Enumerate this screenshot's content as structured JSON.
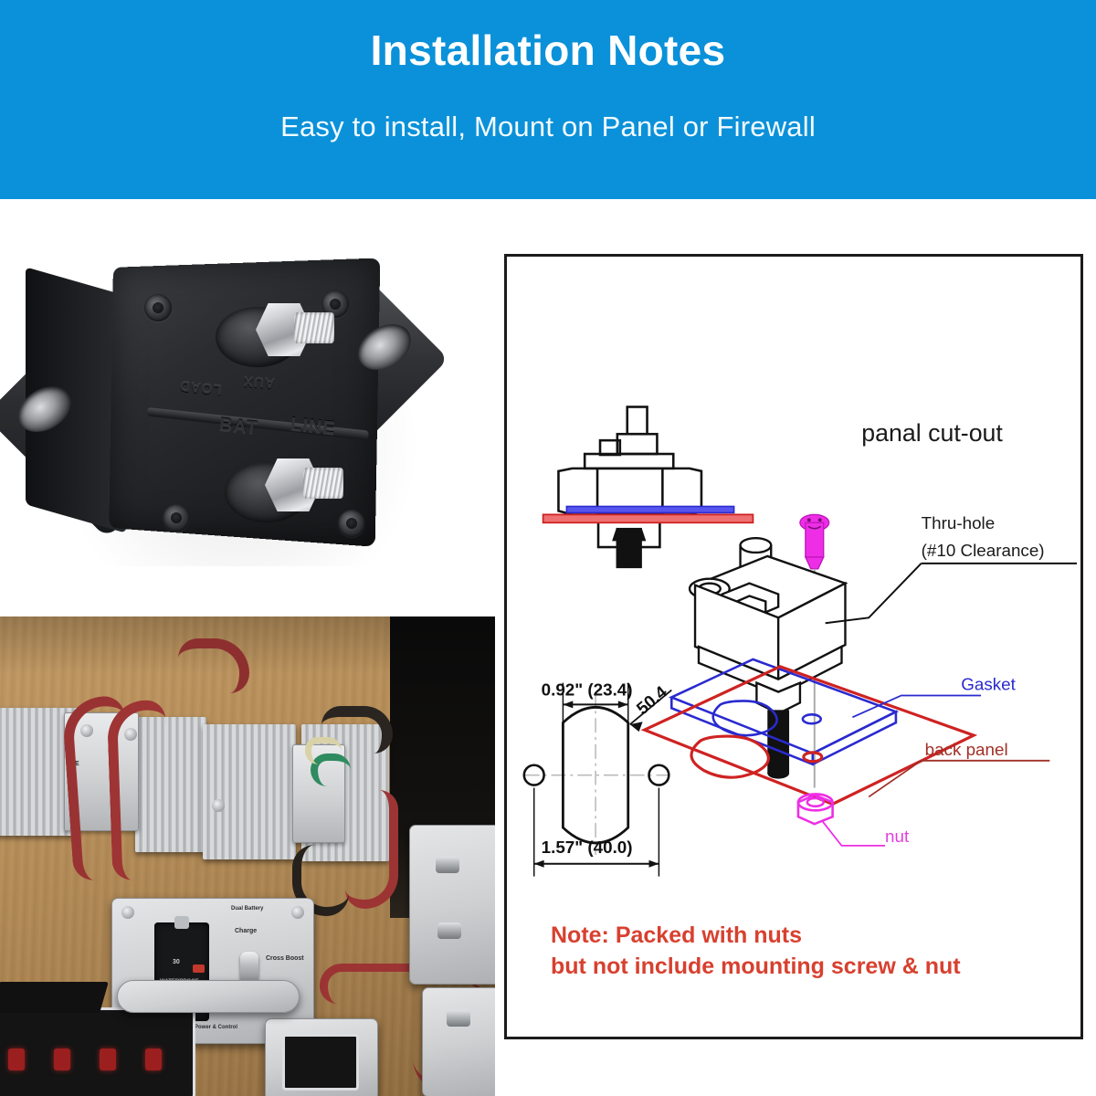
{
  "header": {
    "title": "Installation Notes",
    "subtitle": "Easy to install, Mount on Panel or Firewall",
    "background_color": "#0b91d9",
    "text_color": "#ffffff"
  },
  "product_photo": {
    "alt": "Black marine circuit breaker with chrome terminal studs",
    "embossed_labels": {
      "aux": "AUX",
      "load": "LOAD",
      "bat": "BAT",
      "line": "LINE"
    }
  },
  "install_photo": {
    "alt": "Circuit breaker installed on wooden panel with heat sinks, relays and wiring"
  },
  "diagram": {
    "panel_cutout_title": "panal cut-out",
    "callouts": {
      "thru_hole_line1": "Thru-hole",
      "thru_hole_line2": "(#10 Clearance)",
      "gasket": "Gasket",
      "back_panel": "back panel",
      "nut": "nut"
    },
    "dimensions": {
      "width_top": "0.92\" (23.4)",
      "corner_radius": "50.4",
      "width_bottom": "1.57\" (40.0)"
    },
    "colors": {
      "gasket": "#2a2ad0",
      "back_panel": "#cf2222",
      "screw": "#ee2ee6",
      "nut": "#ee2ee6",
      "outline": "#111111"
    }
  },
  "note": {
    "line1": "Note: Packed with nuts",
    "line2": "but not include mounting screw & nut",
    "color": "#d8402f"
  }
}
